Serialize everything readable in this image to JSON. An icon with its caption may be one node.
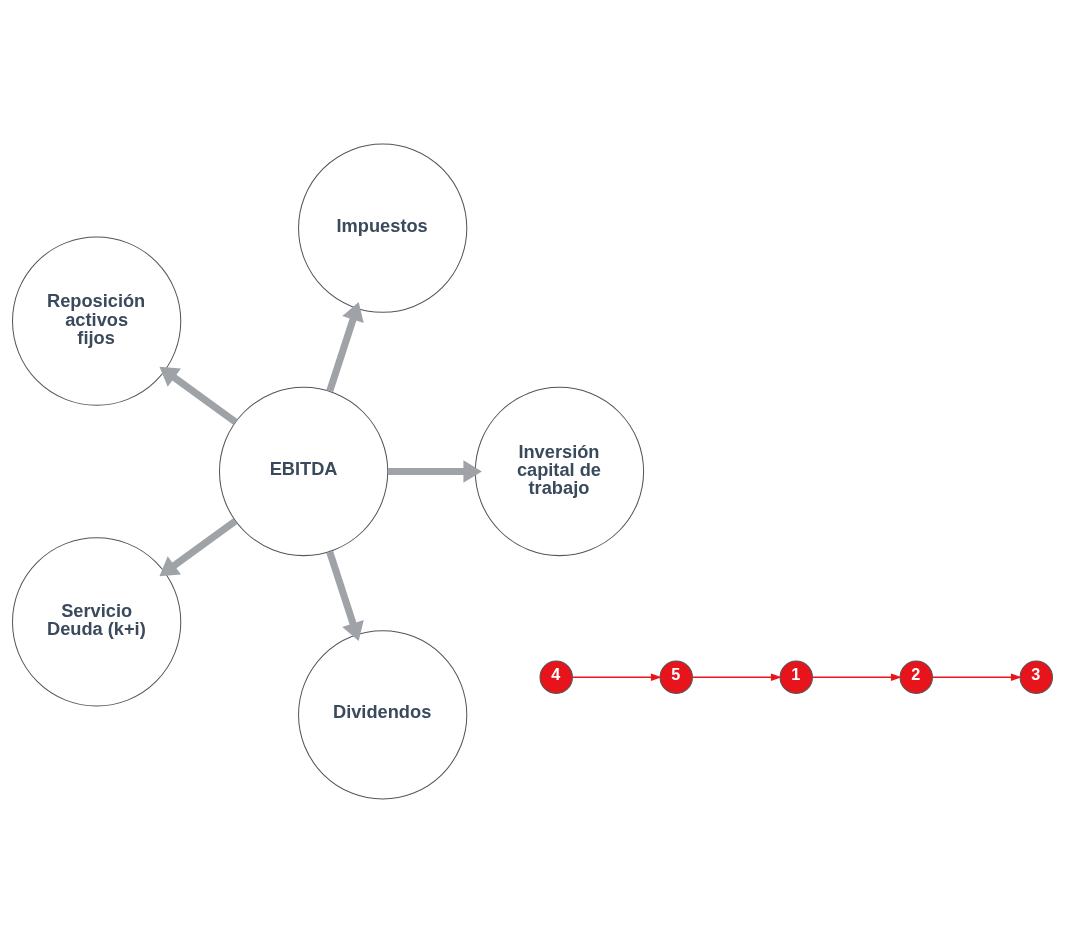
{
  "diagram": {
    "nodes": [
      {
        "text": [
          "EBITDA"
        ]
      },
      {
        "text": [
          "Inversión capital de trabajo"
        ]
      },
      {
        "text": [
          "Impuestos"
        ]
      },
      {
        "text": [
          "Reposición activos fijos"
        ]
      },
      {
        "text": [
          "Servicio Deuda (k+i)"
        ]
      },
      {
        "text": [
          "Dividendos"
        ]
      },
      {
        "text": [
          "1"
        ]
      },
      {
        "text": [
          "2"
        ]
      },
      {
        "text": [
          "3"
        ]
      },
      {
        "text": [
          "4"
        ]
      },
      {
        "text": [
          "5"
        ]
      }
    ],
    "edges": [
      {
        "from": 0,
        "to": 1,
        "arrow": "to"
      },
      {
        "from": 0,
        "to": 2,
        "arrow": "to"
      },
      {
        "from": 0,
        "to": 3,
        "arrow": "to"
      },
      {
        "from": 0,
        "to": 4,
        "arrow": "to"
      },
      {
        "from": 0,
        "to": 5,
        "arrow": "to"
      },
      {
        "from": 6,
        "to": 7,
        "arrow": "to",
        "color": "#e8141c"
      },
      {
        "from": 7,
        "to": 8,
        "arrow": "to",
        "color": "#e8141c"
      },
      {
        "from": 9,
        "to": 10,
        "arrow": "to",
        "color": "#e8141c"
      },
      {
        "from": 10,
        "to": 6,
        "arrow": "to",
        "color": "#e8141c"
      }
    ]
  }
}
